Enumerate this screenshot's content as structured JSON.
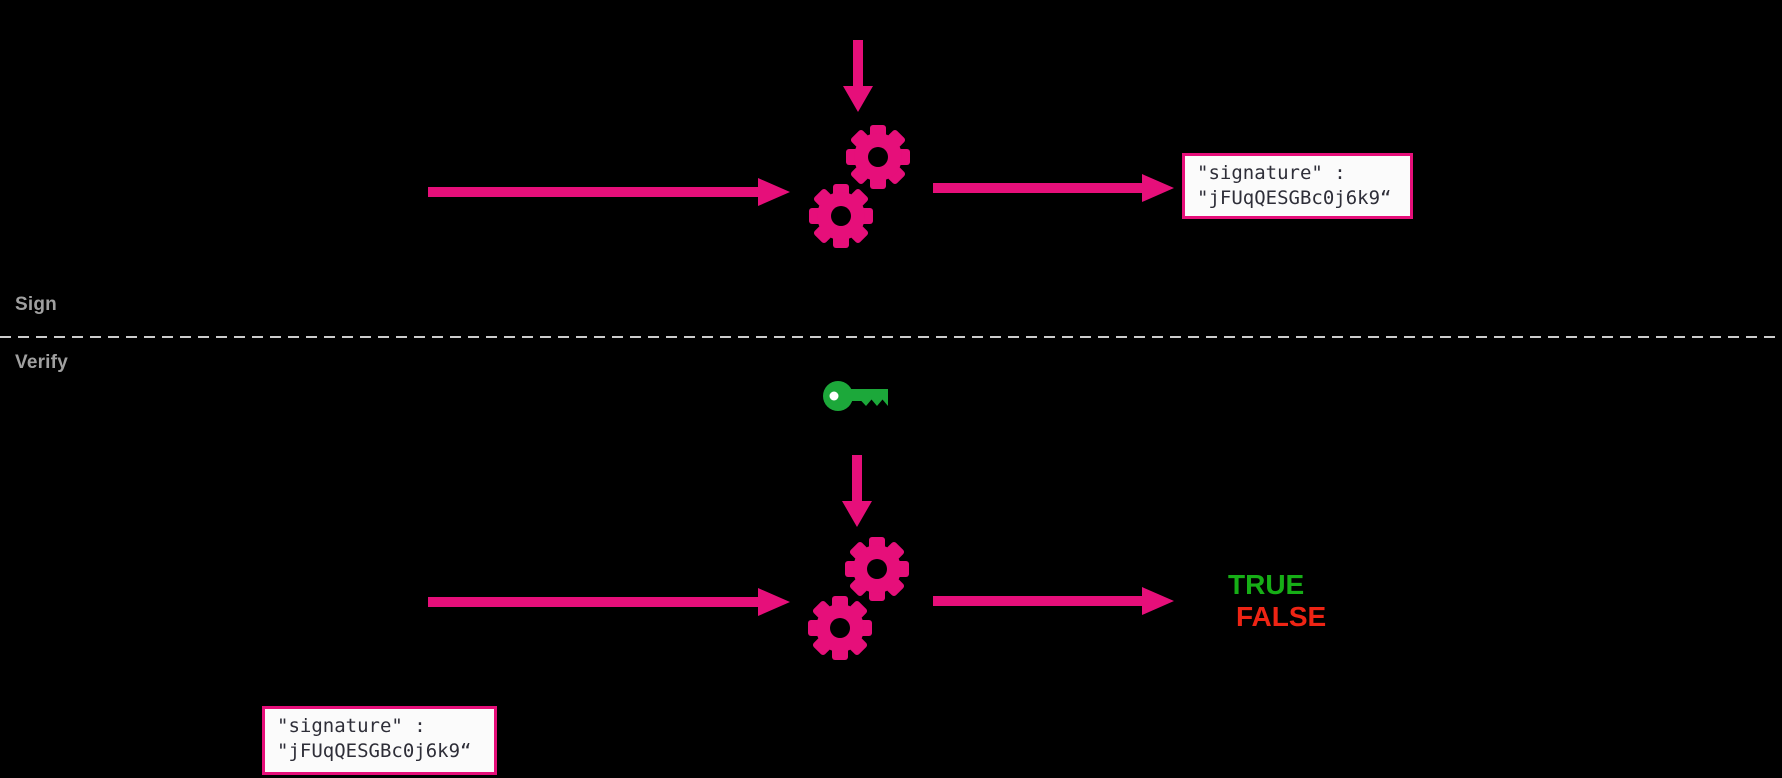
{
  "labels": {
    "sign": "Sign",
    "verify": "Verify"
  },
  "signature_box": {
    "line1": "\"signature\" :",
    "line2": "\"jFUqQESGBc0j6k9“"
  },
  "verify_result": {
    "true_label": "TRUE",
    "false_label": "FALSE"
  },
  "icons": {
    "sign_process": "gears-icon",
    "verify_process": "gears-icon",
    "verify_key": "key-icon"
  },
  "colors": {
    "magenta": "#e60f7a",
    "key_green": "#1ca83a",
    "true_green": "#16ae16",
    "false_red": "#ee2414",
    "label_gray": "#a0a0a0",
    "divider_gray": "#cccccc",
    "box_bg": "#fbfbfb",
    "box_text": "#2e2e38",
    "background": "#000000"
  }
}
